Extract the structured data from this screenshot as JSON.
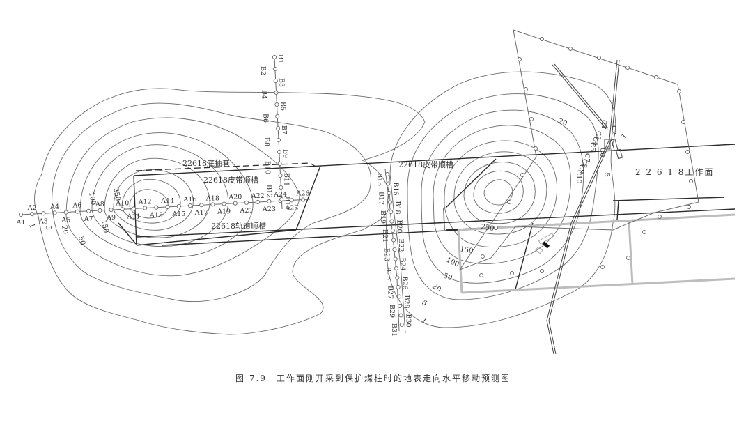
{
  "figure": {
    "caption": "图 7.9　工作面刚开采到保护煤柱时的地表走向水平移动预测图",
    "workface_label": "2 2 6 1 8工作面"
  },
  "roadways": {
    "bottom_drainage": "22618底抽巷",
    "belt_left": "22618皮带顺槽",
    "belt_right": "22618皮带顺槽",
    "track": "22618轨道顺槽"
  },
  "contour_labels": {
    "left": [
      "1",
      "5",
      "20",
      "50",
      "100",
      "150",
      "250"
    ],
    "right": [
      "20",
      "250",
      "150",
      "100",
      "50",
      "20",
      "5",
      "1",
      "5",
      "1"
    ]
  },
  "survey_lines": {
    "A": [
      "A1",
      "A2",
      "A3",
      "A4",
      "A5",
      "A6",
      "A7",
      "A8",
      "A9",
      "A10",
      "A11",
      "A12",
      "A13",
      "A14",
      "A15",
      "A16",
      "A17",
      "A18",
      "A19",
      "A20",
      "A21",
      "A22",
      "A23",
      "A24",
      "A25",
      "A26"
    ],
    "B": [
      "B1",
      "B2",
      "B3",
      "B4",
      "B5",
      "B6",
      "B7",
      "B8",
      "B9",
      "B10",
      "B11",
      "B12",
      "B14",
      "B15",
      "B16",
      "B17",
      "B18",
      "B19",
      "B20",
      "B21",
      "B22",
      "B23",
      "B24",
      "B25",
      "B26",
      "B27",
      "B28",
      "B29",
      "B30",
      "B31"
    ],
    "C": [
      "C1",
      "C2",
      "C3",
      "C4",
      "C5",
      "C6",
      "C7",
      "C8",
      "C9",
      "C10"
    ]
  },
  "colors": {
    "line": "#2a2a2a",
    "contour": "#6a6a6a",
    "gray_road": "#bdbdbd"
  }
}
